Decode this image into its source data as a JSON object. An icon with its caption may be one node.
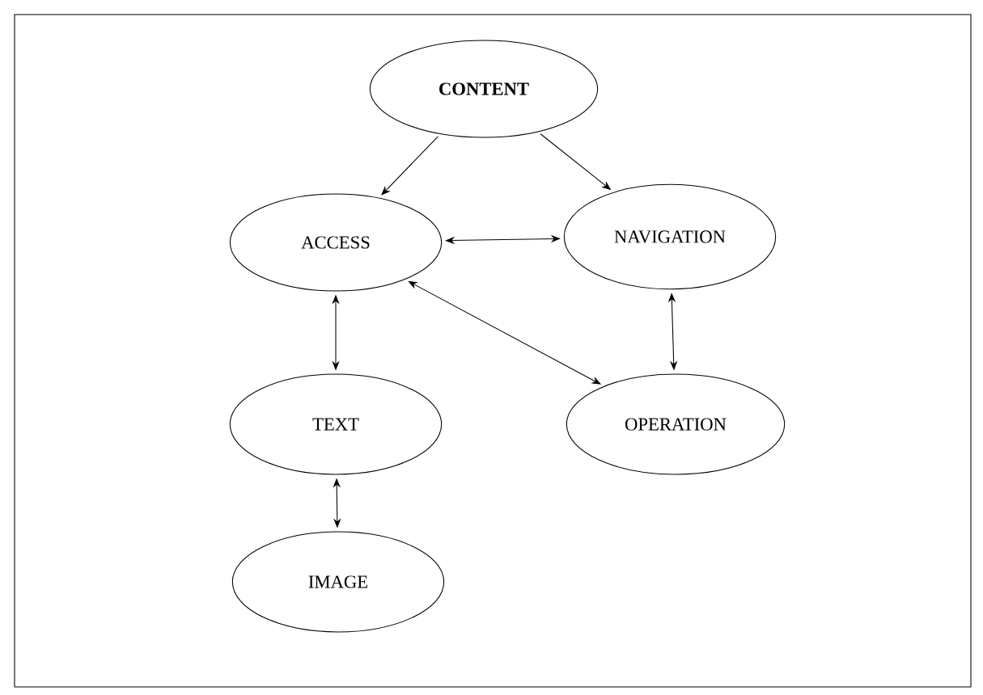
{
  "diagram": {
    "nodes": [
      {
        "text": [
          "CONTENT"
        ]
      },
      {
        "text": [
          "ACCESS"
        ]
      },
      {
        "text": [
          "NAVIGATION"
        ]
      },
      {
        "text": [
          "TEXT"
        ]
      },
      {
        "text": [
          "OPERATION"
        ]
      },
      {
        "text": [
          "IMAGE"
        ]
      }
    ],
    "edges": [
      {
        "from": 0,
        "to": 1,
        "arrow": "to"
      },
      {
        "from": 0,
        "to": 2,
        "arrow": "to"
      },
      {
        "from": 1,
        "to": 2,
        "arrow": "both"
      },
      {
        "from": 1,
        "to": 3,
        "arrow": "both"
      },
      {
        "from": 1,
        "to": 4,
        "arrow": "both"
      },
      {
        "from": 2,
        "to": 4,
        "arrow": "both"
      },
      {
        "from": 3,
        "to": 5,
        "arrow": "both"
      }
    ]
  }
}
